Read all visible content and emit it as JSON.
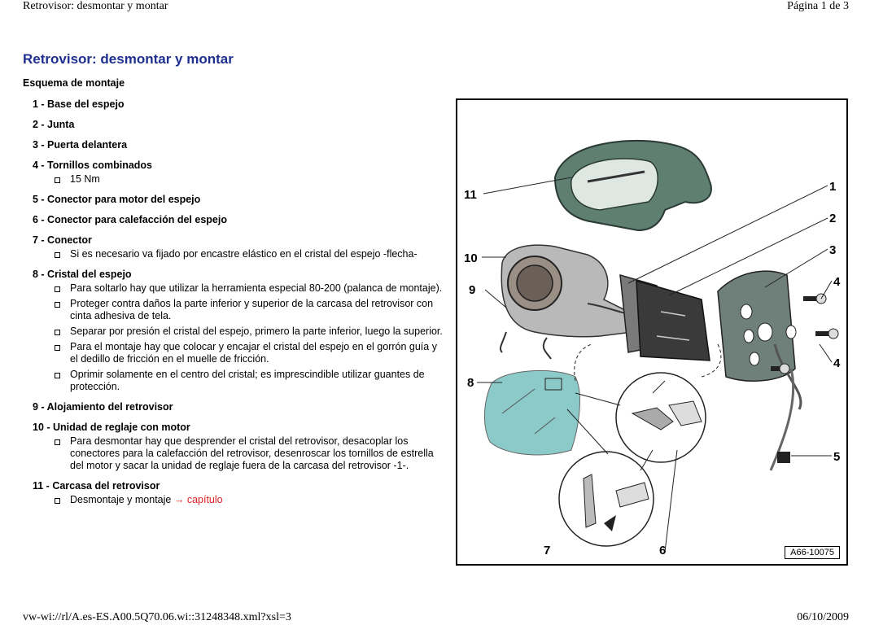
{
  "page_header": {
    "left": "Retrovisor: desmontar y montar",
    "right": "Página 1 de 3"
  },
  "page_footer": {
    "left": "vw-wi://rl/A.es-ES.A00.5Q70.06.wi::31248348.xml?xsl=3",
    "right": "06/10/2009"
  },
  "doc": {
    "title": "Retrovisor: desmontar y montar",
    "subtitle": "Esquema de montaje",
    "parts": [
      {
        "title": "1 - Base del espejo",
        "bullets": []
      },
      {
        "title": "2 - Junta",
        "bullets": []
      },
      {
        "title": "3 - Puerta delantera",
        "bullets": []
      },
      {
        "title": "4 - Tornillos combinados",
        "bullets": [
          "15 Nm"
        ]
      },
      {
        "title": "5 - Conector para motor del espejo",
        "bullets": []
      },
      {
        "title": "6 - Conector para calefacción del espejo",
        "bullets": []
      },
      {
        "title": "7 - Conector",
        "bullets": [
          "Si es necesario va fijado por encastre elástico en el cristal del espejo -flecha-"
        ]
      },
      {
        "title": "8 - Cristal del espejo",
        "bullets": [
          "Para soltarlo hay que utilizar la herramienta especial 80-200 (palanca de montaje).",
          "Proteger contra daños la parte inferior y superior de la carcasa del retrovisor con cinta adhesiva de tela.",
          "Separar por presión el cristal del espejo, primero la parte inferior, luego la superior.",
          "Para el montaje hay que colocar y encajar el cristal del espejo en el gorrón guía y el dedillo de fricción en el muelle de fricción.",
          "Oprimir solamente en el centro del cristal; es imprescindible utilizar guantes de protección."
        ]
      },
      {
        "title": "9 - Alojamiento del retrovisor",
        "bullets": []
      },
      {
        "title": "10 - Unidad de reglaje con motor",
        "bullets": [
          "Para desmontar hay que desprender el cristal del retrovisor, desacoplar los conectores para la calefacción del retrovisor, desenroscar los tornillos de estrella del motor y sacar la unidad de reglaje fuera de la carcasa del retrovisor -1-."
        ]
      },
      {
        "title": "11 - Carcasa del retrovisor",
        "bullets": []
      }
    ],
    "last_bullet": {
      "text": "Desmontaje y montaje ",
      "link": "→ capítulo"
    }
  },
  "figure": {
    "code": "A66-10075",
    "callouts": [
      "1",
      "2",
      "3",
      "4",
      "4",
      "5",
      "6",
      "7",
      "8",
      "9",
      "10",
      "11"
    ]
  },
  "colors": {
    "title": "#1f2f8f",
    "glass": "#8cc9c9",
    "link": "#e02020"
  }
}
